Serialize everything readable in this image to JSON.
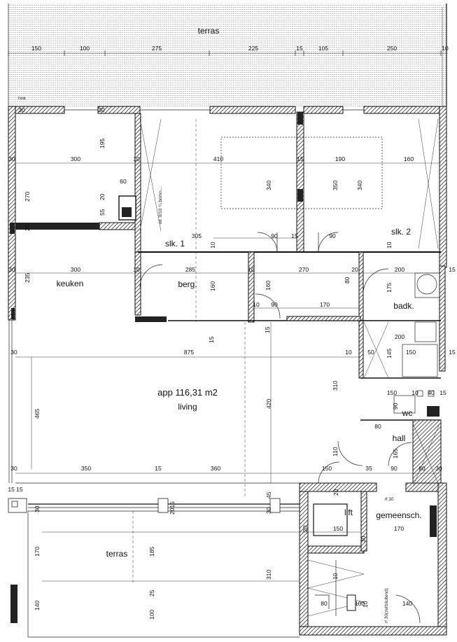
{
  "rooms": {
    "terras_top": "terras",
    "keuken": "keuken",
    "berg": "berg.",
    "slk1": "slk. 1",
    "slk2": "slk. 2",
    "badk": "badk.",
    "app": "app 116,31 m2",
    "living": "living",
    "wc": "wc",
    "hall": "hall",
    "lift": "lift",
    "gemeensch": "gemeensch.",
    "terras_bottom": "terras",
    "rwa": "rwa",
    "rf30a": "rf 30",
    "rf30b": "rf 30(zelfsluitend)",
    "vert_note": "wi. 0/10 ¼ bomn..."
  },
  "dims_top": [
    "150",
    "100",
    "275",
    "225",
    "15",
    "105",
    "250",
    "10"
  ],
  "dims": {
    "d30a": "30",
    "d30b": "30",
    "d300a": "300",
    "d195": "195",
    "d10a": "10",
    "d410": "410",
    "d15a": "15",
    "d190": "190",
    "d160a": "160",
    "d30c": "30",
    "d270a": "270",
    "d60": "60",
    "d20a": "20",
    "d55": "55",
    "d20b": "20",
    "d340a": "340",
    "d350": "350",
    "d340b": "340",
    "d305": "305",
    "d90a": "90",
    "d15b": "15",
    "d90b": "90",
    "d10b": "10",
    "d10c": "10",
    "d30d": "30",
    "d235": "235",
    "d300b": "300",
    "d10d": "10",
    "d285": "285",
    "d10e": "10",
    "d270b": "270",
    "d20c": "20",
    "d200a": "200",
    "d15c": "15",
    "d160b": "160",
    "d160c": "160",
    "d80a": "80",
    "d175": "175",
    "d10f": "10",
    "d90c": "90",
    "d170a": "170",
    "d15d": "15",
    "d15e": "15",
    "d30e": "30",
    "d875": "875",
    "d10g": "10",
    "d50": "50",
    "d145": "145",
    "d150a": "150",
    "d200b": "200",
    "d15f": "15",
    "d310a": "310",
    "d465": "465",
    "d420": "420",
    "d150b": "150",
    "d10h": "10",
    "d90d": "90",
    "d40": "40",
    "d15g": "15",
    "d80b": "80",
    "d110": "110",
    "d165": "165",
    "d30f": "30",
    "d350b": "350",
    "d15h": "15",
    "d360": "360",
    "d150c": "150",
    "d35": "35",
    "d90e": "90",
    "d60b": "60",
    "d30g": "30",
    "d1515": "15 15",
    "d45": "45",
    "d30h": "30",
    "d20d": "20",
    "d30i": "30",
    "d20e": "20",
    "d2015": "2015",
    "d150d": "150",
    "d170b": "170",
    "d170c": "170",
    "d185": "185",
    "d30j": "30",
    "d10i": "10",
    "d310b": "310",
    "d25": "25",
    "d140a": "140",
    "d100a": "100",
    "d80c": "80",
    "d100b": "100",
    "d140b": "140",
    "d10j": "10"
  }
}
